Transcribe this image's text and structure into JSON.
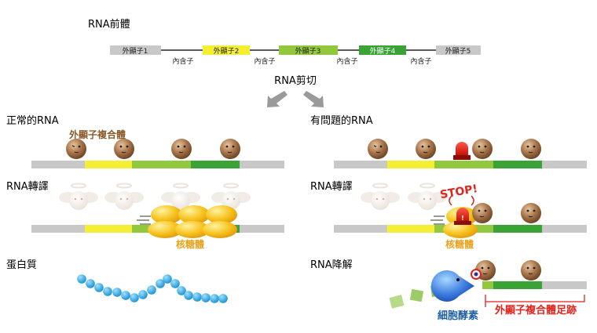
{
  "pre_mrna": {
    "title": "RNA前體",
    "exons": [
      {
        "label": "外顯子1",
        "color": "#c8c8c8"
      },
      {
        "label": "外顯子2",
        "color": "#f4ee35"
      },
      {
        "label": "外顯子3",
        "color": "#92c83e"
      },
      {
        "label": "外顯子4",
        "color": "#3aa335"
      },
      {
        "label": "外顯子5",
        "color": "#c8c8c8"
      }
    ],
    "intron_label": "內含子"
  },
  "splicing_label": "RNA剪切",
  "normal": {
    "title": "正常的RNA",
    "ejc_label": "外顯子複合體",
    "translation_label": "RNA轉譯",
    "ribosome_label": "核糖體",
    "protein_label": "蛋白質"
  },
  "problem": {
    "title": "有問題的RNA",
    "translation_label": "RNA轉譯",
    "stop_text": "STOP!",
    "ribosome_label": "核糖體",
    "decay_label": "RNA降解",
    "enzyme_label": "細胞酵素",
    "footprint_label": "外顯子複合體足跡"
  },
  "colors": {
    "grey": "#c8c8c8",
    "yellow": "#f4ee35",
    "light_green": "#92c83e",
    "green": "#3aa335",
    "brown": "#8a5a2b",
    "orange_label": "#e8a31c",
    "red_label": "#e2231a",
    "blue_label": "#1f5fa8",
    "bead_blue": "#2aa6e0"
  }
}
